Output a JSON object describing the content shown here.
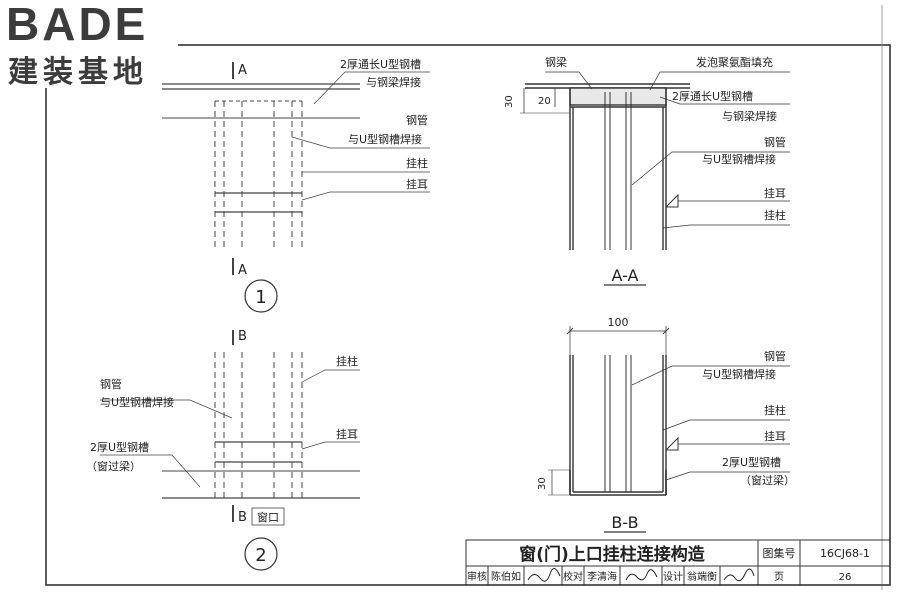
{
  "logo": {
    "brand": "BADE",
    "tagline": "建装基地"
  },
  "sections": {
    "cut_a": "A",
    "cut_b": "B",
    "view1_num": "1",
    "view2_num": "2",
    "aa_title": "A-A",
    "bb_title": "B-B"
  },
  "view1": {
    "u_channel_line1": "2厚通长U型钢槽",
    "u_channel_line2": "与钢梁焊接",
    "pipe_line1": "钢管",
    "pipe_line2": "与U型钢槽焊接",
    "post": "挂柱",
    "ear": "挂耳"
  },
  "view2": {
    "post": "挂柱",
    "pipe_line1": "钢管",
    "pipe_line2": "与U型钢槽焊接",
    "ear": "挂耳",
    "channel_line1": "2厚U型钢槽",
    "channel_line2": "（窗过梁）",
    "window": "窗口"
  },
  "section_aa": {
    "beam": "钢梁",
    "foam": "发泡聚氨酯填充",
    "dim_30": "30",
    "dim_20": "20",
    "u_channel_line1": "2厚通长U型钢槽",
    "u_channel_line2": "与钢梁焊接",
    "pipe_line1": "钢管",
    "pipe_line2": "与U型钢槽焊接",
    "ear": "挂耳",
    "post": "挂柱"
  },
  "section_bb": {
    "dim_100": "100",
    "pipe_line1": "钢管",
    "pipe_line2": "与U型钢槽焊接",
    "post": "挂柱",
    "ear": "挂耳",
    "channel_line1": "2厚U型钢槽",
    "channel_line2": "（窗过梁）",
    "dim_30": "30"
  },
  "title_block": {
    "title": "窗(门)上口挂柱连接构造",
    "atlas_label": "图集号",
    "atlas_no": "16CJ68-1",
    "review_label": "审核",
    "reviewer": "陈伯如",
    "check_label": "校对",
    "checker": "李清海",
    "design_label": "设计",
    "designer": "翁端衡",
    "page_label": "页",
    "page_no": "26"
  }
}
